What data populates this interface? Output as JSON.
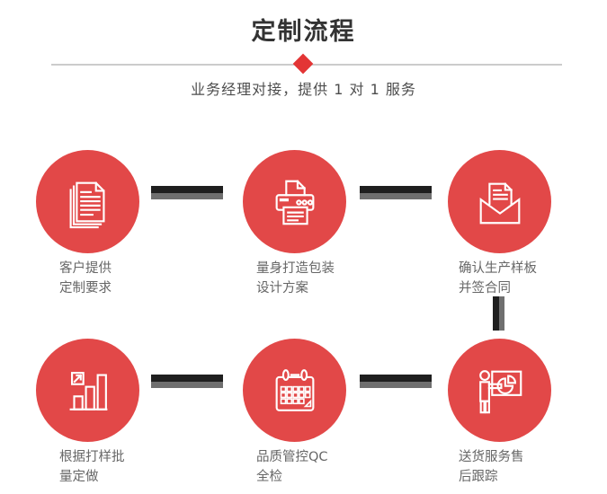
{
  "colors": {
    "circle_red": "#e24848",
    "accent_red": "#e33535",
    "connector_dark": "#1f1f1f",
    "connector_gray": "#6f6f6f",
    "divider_gray": "#cccccc",
    "title_text": "#333333",
    "subtitle_text": "#4d4d4d",
    "label_text": "#666666"
  },
  "header": {
    "title": "定制流程",
    "subtitle": "业务经理对接，提供 1 对 1 服务"
  },
  "steps": [
    {
      "icon": "documents-icon",
      "line1": "客户提供",
      "line2": "定制要求"
    },
    {
      "icon": "printer-icon",
      "line1": "量身打造包装",
      "line2": "设计方案"
    },
    {
      "icon": "envelope-icon",
      "line1": "确认生产样板",
      "line2": "并签合同"
    },
    {
      "icon": "bar-chart-icon",
      "line1": "根据打样批",
      "line2": "量定做"
    },
    {
      "icon": "calendar-icon",
      "line1": "品质管控QC",
      "line2": "全检"
    },
    {
      "icon": "presenter-icon",
      "line1": "送货服务售",
      "line2": "后跟踪"
    }
  ]
}
